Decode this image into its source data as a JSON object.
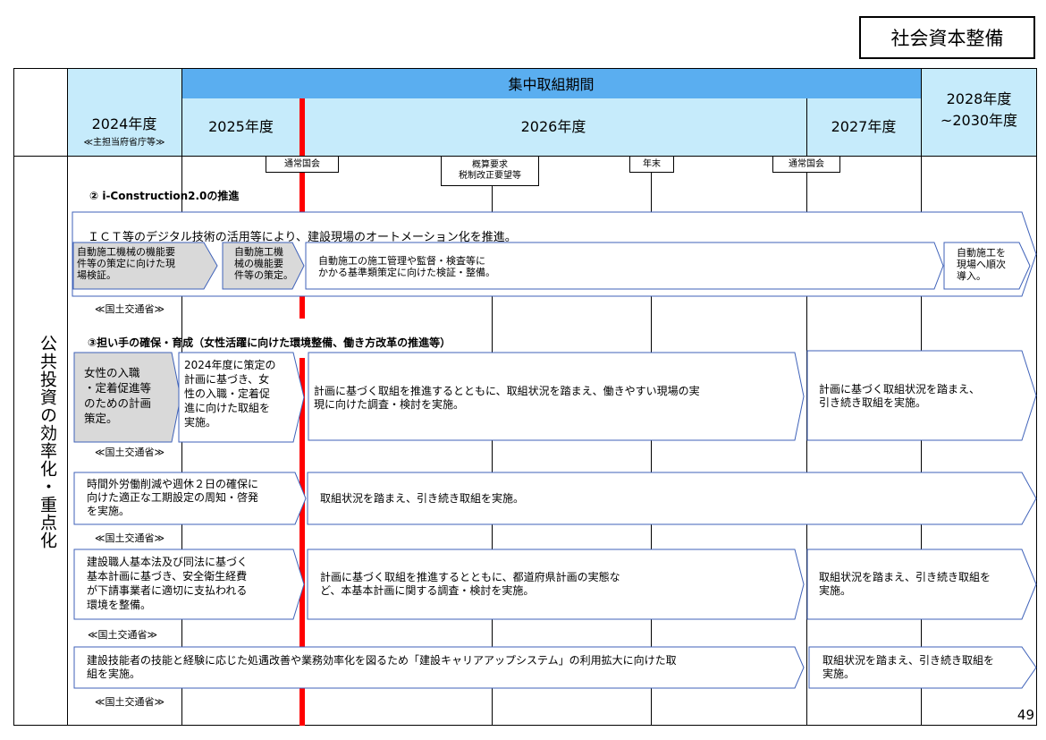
{
  "category_tag": "社会資本整備",
  "header": {
    "period": "集中取組期間",
    "y2024": "2024年度",
    "y2024_sub": "≪主担当府省庁等≫",
    "y2025": "2025年度",
    "y2026": "2026年度",
    "y2027": "2027年度",
    "y2028_line1": "2028年度",
    "y2028_line2": "~2030年度"
  },
  "events": {
    "e1": "通常国会",
    "e2_line1": "概算要求",
    "e2_line2": "税制改正要望等",
    "e3": "年末",
    "e4": "通常国会"
  },
  "side_label": "公共投資の効率化・重点化",
  "section2": {
    "title": "② i-Construction2.0の推進",
    "main": "ＩＣＴ等のデジタル技術の活用等により、建設現場のオートメーション化を推進。",
    "s1": [
      "自動施工機械の機能要",
      "件等の策定に向けた現",
      "場検証。"
    ],
    "s2": [
      "自動施工機",
      "械の機能要",
      "件等の策定。"
    ],
    "s3": [
      "自動施工の施工管理や監督・検査等に",
      "かかる基準類策定に向けた検証・整備。"
    ],
    "s4": [
      "自動施工を",
      "現場へ順次",
      "導入。"
    ],
    "ministry": "≪国土交通省≫"
  },
  "section3": {
    "title": "③担い手の確保・育成（女性活躍に向けた環境整備、働き方改革の推進等）",
    "r1": {
      "a": [
        "女性の入職",
        "・定着促進等",
        "のための計画",
        "策定。"
      ],
      "b": [
        "2024年度に策定の",
        "計画に基づき、女",
        "性の入職・定着促",
        "進に向けた取組を",
        "実施。"
      ],
      "c": [
        "計画に基づく取組を推進するとともに、取組状況を踏まえ、働きやすい現場の実",
        "現に向けた調査・検討を実施。"
      ],
      "d": [
        "計画に基づく取組状況を踏まえ、",
        "引き続き取組を実施。"
      ],
      "ministry": "≪国土交通省≫"
    },
    "r2": {
      "a": [
        "時間外労働削減や週休２日の確保に",
        "向けた適正な工期設定の周知・啓発",
        "を実施。"
      ],
      "b": "取組状況を踏まえ、引き続き取組を実施。",
      "ministry": "≪国土交通省≫"
    },
    "r3": {
      "a": [
        "建設職人基本法及び同法に基づく",
        "基本計画に基づき、安全衛生経費",
        "が下請事業者に適切に支払われる",
        "環境を整備。"
      ],
      "b": [
        "計画に基づく取組を推進するとともに、都道府県計画の実態な",
        "ど、本基本計画に関する調査・検討を実施。"
      ],
      "c": [
        "取組状況を踏まえ、引き続き取組を",
        "実施。"
      ],
      "ministry": "≪国土交通省≫"
    },
    "r4": {
      "a": [
        "建設技能者の技能と経験に応じた処遇改善や業務効率化を図るため「建設キャリアアップシステム」の利用拡大に向けた取",
        "組を実施。"
      ],
      "b": [
        "取組状況を踏まえ、引き続き取組を",
        "実施。"
      ],
      "ministry": "≪国土交通省≫"
    }
  },
  "page_number": "49",
  "colors": {
    "header_dark": "#5aaef0",
    "header_light": "#c6ebfb",
    "grey_box": "#d9d9d9",
    "red_line": "#ff0000",
    "arrow_border": "#3f62b9"
  }
}
